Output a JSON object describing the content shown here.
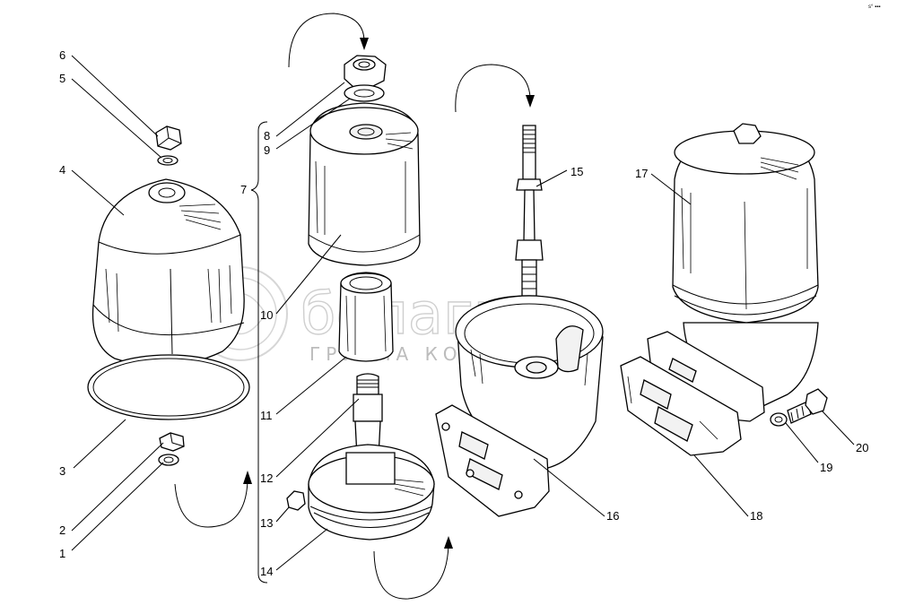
{
  "diagram": {
    "labels": [
      "1",
      "2",
      "3",
      "4",
      "5",
      "6",
      "7",
      "8",
      "9",
      "10",
      "11",
      "12",
      "13",
      "14",
      "15",
      "16",
      "17",
      "18",
      "19",
      "20"
    ],
    "watermark": {
      "brand": "белагро",
      "tagline": "ГРУППА КОМПАНИЙ"
    },
    "corner_mark": "s° ▪▪▪"
  }
}
